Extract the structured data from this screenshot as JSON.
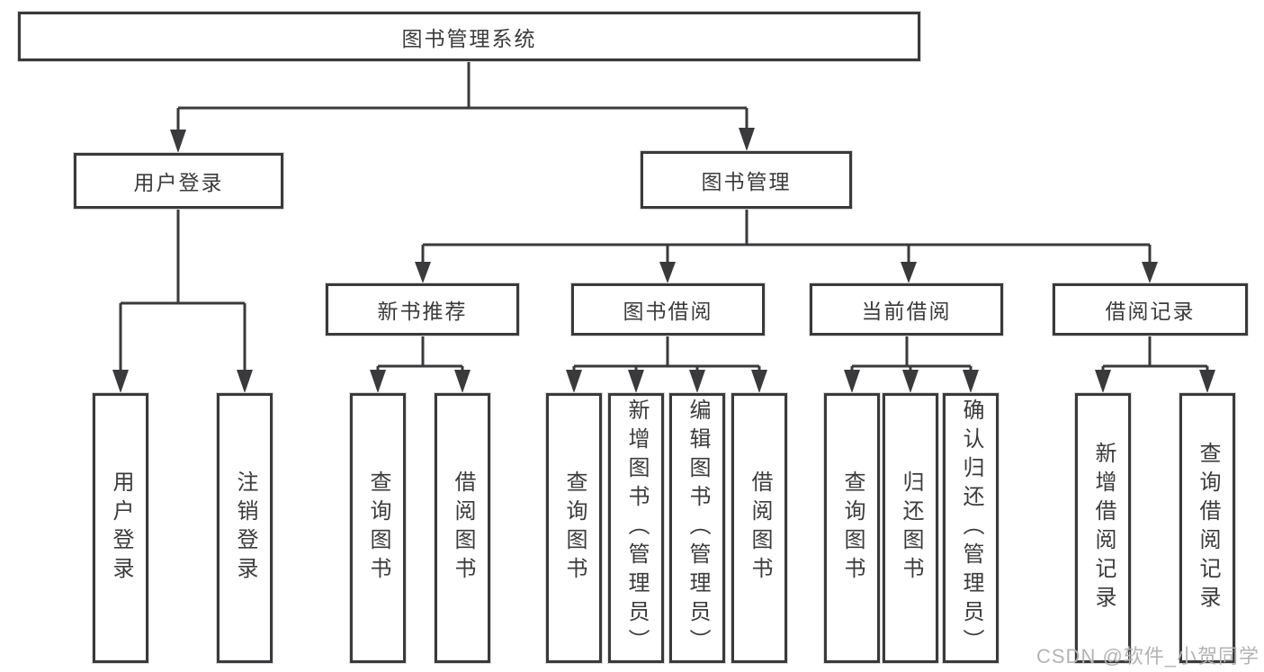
{
  "diagram_title": "图书管理系统",
  "nodes": {
    "root": "图书管理系统",
    "user_login": "用户登录",
    "book_mgmt": "图书管理",
    "new_book": "新书推荐",
    "book_borrow": "图书借阅",
    "current_borrow": "当前借阅",
    "borrow_records": "借阅记录",
    "leaf_login": "用户登录",
    "leaf_logout": "注销登录",
    "leaf_nb_query": "查询图书",
    "leaf_nb_borrow": "借阅图书",
    "leaf_bw_query": "查询图书",
    "leaf_bw_add": "新增图书（管理员）",
    "leaf_bw_edit": "编辑图书（管理员）",
    "leaf_bw_borrow": "借阅图书",
    "leaf_cur_query": "查询图书",
    "leaf_cur_return": "归还图书",
    "leaf_cur_confirm": "确认归还（管理员）",
    "leaf_rec_add": "新增借阅记录",
    "leaf_rec_query": "查询借阅记录"
  },
  "hierarchy": {
    "图书管理系统": [
      "用户登录",
      "图书管理"
    ],
    "用户登录": [
      "用户登录",
      "注销登录"
    ],
    "图书管理": [
      "新书推荐",
      "图书借阅",
      "当前借阅",
      "借阅记录"
    ],
    "新书推荐": [
      "查询图书",
      "借阅图书"
    ],
    "图书借阅": [
      "查询图书",
      "新增图书（管理员）",
      "编辑图书（管理员）",
      "借阅图书"
    ],
    "当前借阅": [
      "查询图书",
      "归还图书",
      "确认归还（管理员）"
    ],
    "借阅记录": [
      "新增借阅记录",
      "查询借阅记录"
    ]
  },
  "watermark": "CSDN @软件_小贺同学",
  "colors": {
    "line": "#3a3a3c",
    "text": "#3b3b3d",
    "box_background": "#ffffff",
    "watermark": "#b3b3b3"
  }
}
